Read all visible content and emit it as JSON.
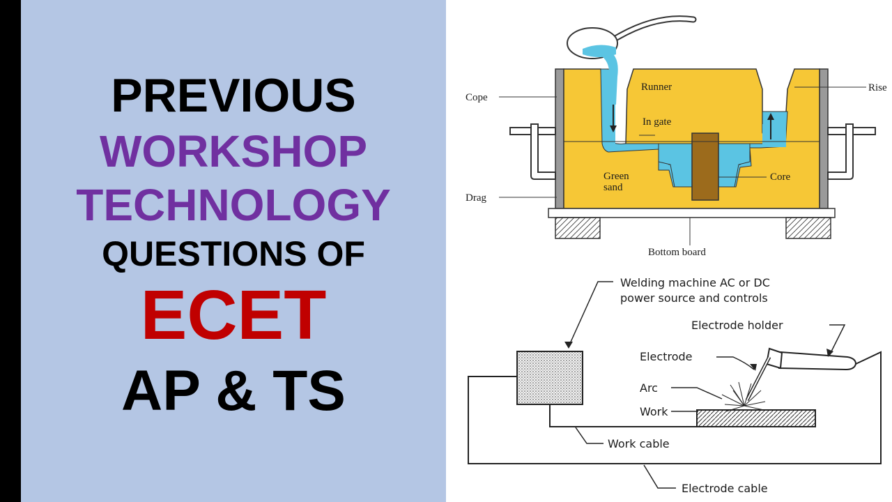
{
  "title": {
    "line1": "PREVIOUS",
    "line2": "WORKSHOP",
    "line3": "TECHNOLOGY",
    "line4": "QUESTIONS OF",
    "line5": "ECET",
    "line6": "AP & TS"
  },
  "colors": {
    "panel": "#b4c6e4",
    "purple": "#7030a0",
    "red": "#c00000",
    "black": "#000000",
    "sand": "#f6c736",
    "metal": "#5bc4e3",
    "core": "#9c6b1c"
  },
  "casting": {
    "labels": {
      "cope": "Cope",
      "runner": "Runner",
      "riser": "Rise",
      "in_gate": "In gate",
      "green_sand_1": "Green",
      "green_sand_2": "sand",
      "core": "Core",
      "drag": "Drag",
      "bottom_board": "Bottom board"
    }
  },
  "welding": {
    "labels": {
      "machine_1": "Welding machine AC or DC",
      "machine_2": "power source and controls",
      "electrode_holder": "Electrode holder",
      "electrode": "Electrode",
      "arc": "Arc",
      "work": "Work",
      "work_cable": "Work cable",
      "electrode_cable": "Electrode cable"
    }
  }
}
